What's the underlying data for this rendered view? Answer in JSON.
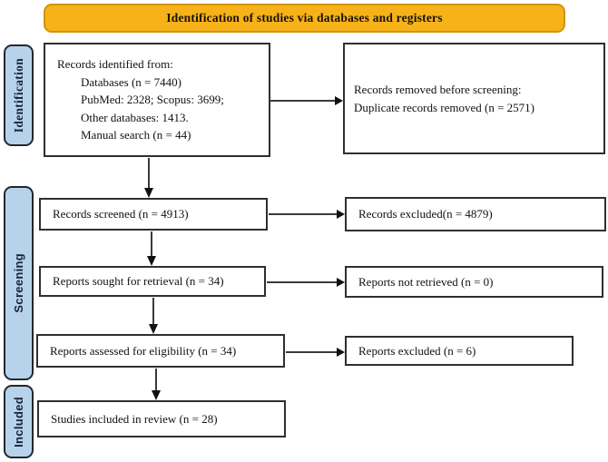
{
  "banner": {
    "label": "Identification of studies via databases and registers"
  },
  "sidebar": {
    "stages": [
      {
        "label": "Identification"
      },
      {
        "label": "Screening"
      },
      {
        "label": "Included"
      }
    ]
  },
  "flow": {
    "records_identified": {
      "lines": [
        "Records identified from:",
        "Databases (n = 7440)",
        "PubMed: 2328; Scopus: 3699;",
        "Other databases: 1413.",
        "Manual search (n = 44)"
      ]
    },
    "records_removed": {
      "lines": [
        "Records removed before screening:",
        "Duplicate records removed (n = 2571)"
      ]
    },
    "records_screened": {
      "label": "Records screened (n = 4913)"
    },
    "records_excluded": {
      "label": "Records excluded(n = 4879)"
    },
    "reports_sought": {
      "label": "Reports sought for retrieval (n = 34)"
    },
    "reports_not_retrieved": {
      "label": "Reports not retrieved (n = 0)"
    },
    "reports_assessed": {
      "label": "Reports assessed for eligibility (n = 34)"
    },
    "reports_excluded": {
      "label": "Reports excluded (n = 6)"
    },
    "studies_included": {
      "label": "Studies included in review (n = 28)"
    }
  },
  "colors": {
    "banner_bg": "#F7B219",
    "banner_border": "#D0940E",
    "stage_bg": "#B7D3EC",
    "stage_border": "#23272E",
    "stage_text": "#152238",
    "box_border": "#2F2F2F",
    "arrow": "#3A3A3A",
    "text": "#111111"
  }
}
